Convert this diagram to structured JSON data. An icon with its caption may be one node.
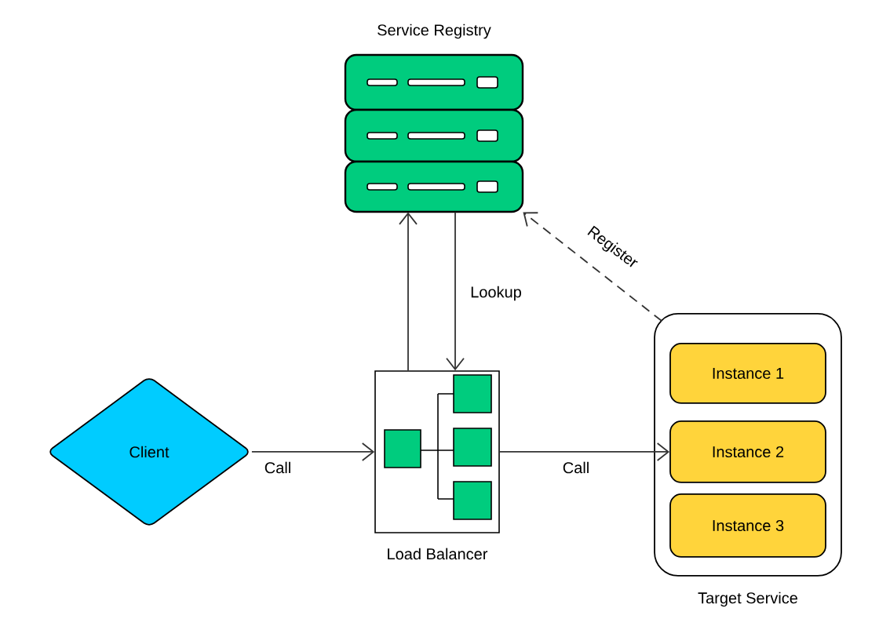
{
  "diagram": {
    "nodes": [
      {
        "text": [
          "Service Registry"
        ]
      },
      {
        "text": [
          "Client"
        ]
      },
      {
        "text": [
          "Load Balancer"
        ]
      },
      {
        "text": [
          "Target Service"
        ]
      },
      {
        "text": [
          "Instance 1"
        ],
        "in": 3
      },
      {
        "text": [
          "Instance 2"
        ],
        "in": 3
      },
      {
        "text": [
          "Instance 3"
        ],
        "in": 3
      }
    ],
    "edges": [
      {
        "from": 2,
        "to": 0,
        "arrow": "to"
      },
      {
        "from": 0,
        "to": 2,
        "arrow": "to",
        "label": "Lookup"
      },
      {
        "from": 1,
        "to": 2,
        "arrow": "to",
        "label": "Call"
      },
      {
        "from": 2,
        "to": 5,
        "arrow": "to",
        "label": "Call"
      },
      {
        "from": 3,
        "to": 0,
        "arrow": "to",
        "label": "Register",
        "style": "dashed"
      }
    ]
  }
}
